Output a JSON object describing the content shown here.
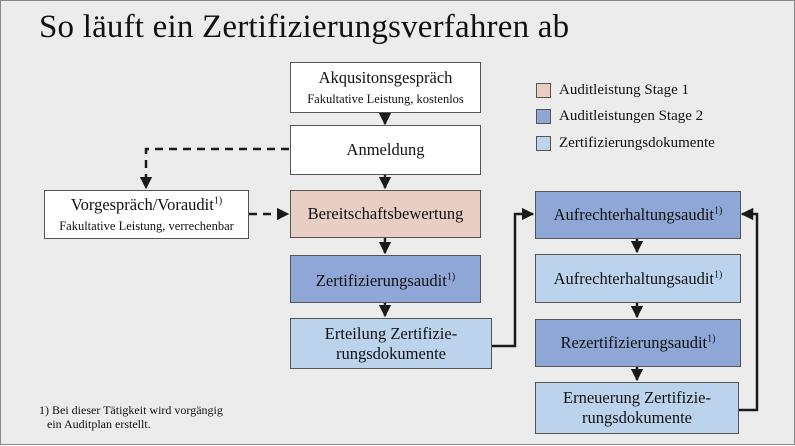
{
  "title": "So läuft ein Zertifizierungsverfahren ab",
  "colors": {
    "background": "#ececec",
    "white": "#ffffff",
    "stage1": "#e9cec3",
    "stage2": "#8fa7d6",
    "documents": "#bcd3ee",
    "line": "#1a1a1a"
  },
  "legend": [
    {
      "label": "Auditleistung Stage 1",
      "color": "#e9cec3"
    },
    {
      "label": "Auditleistungen Stage 2",
      "color": "#8fa7d6"
    },
    {
      "label": "Zertifizierungsdokumente",
      "color": "#bcd3ee"
    }
  ],
  "boxes": {
    "akquisition": {
      "main": "Akqusitonsgespräch",
      "sub": "Fakultative Leistung, kostenlos"
    },
    "anmeldung": {
      "main": "Anmeldung"
    },
    "vorgespraech": {
      "main": "Vorgespräch/Voraudit",
      "sup": "1)",
      "sub": "Fakultative Leistung, verrechenbar"
    },
    "bereitschaft": {
      "main": "Bereitschaftsbewertung"
    },
    "zertifizierungsaudit": {
      "main": "Zertifizierungsaudit",
      "sup": "1)"
    },
    "erteilung": {
      "line1": "Erteilung Zertifizie-",
      "line2": "rungsdokumente"
    },
    "aufrechterhaltung1": {
      "main": "Aufrechterhaltungsaudit",
      "sup": "1)"
    },
    "aufrechterhaltung2": {
      "main": "Aufrechterhaltungsaudit",
      "sup": "1)"
    },
    "rezertifizierung": {
      "main": "Rezertifizierungsaudit",
      "sup": "1)"
    },
    "erneuerung": {
      "line1": "Erneuerung Zertifizie-",
      "line2": "rungsdokumente"
    }
  },
  "footnote": {
    "line1": "1) Bei dieser Tätigkeit wird vorgängig",
    "line2": "ein Auditplan erstellt."
  }
}
